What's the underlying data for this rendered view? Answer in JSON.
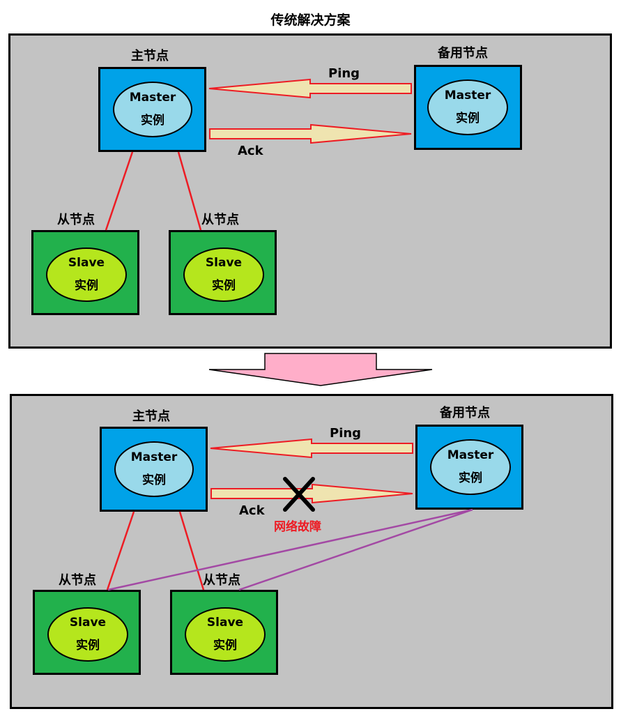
{
  "title": "传统解决方案",
  "labels": {
    "master_node": "主节点",
    "backup_node": "备用节点",
    "slave_node": "从节点",
    "ping": "Ping",
    "ack": "Ack",
    "network_fault": "网络故障"
  },
  "master": {
    "line1": "Master",
    "line2": "实例"
  },
  "slave": {
    "line1": "Slave",
    "line2": "实例"
  },
  "colors": {
    "panel": "#c3c3c3",
    "master_box": "#00a2e8",
    "master_ellipse": "#99d9ea",
    "slave_box": "#22b14c",
    "slave_ellipse": "#b5e61d",
    "arrow_fill": "#efe4b0",
    "arrow_stroke": "#ed1c24",
    "link_red": "#ed1c24",
    "link_purple": "#a349a4",
    "transition_arrow": "#ffaec9"
  }
}
